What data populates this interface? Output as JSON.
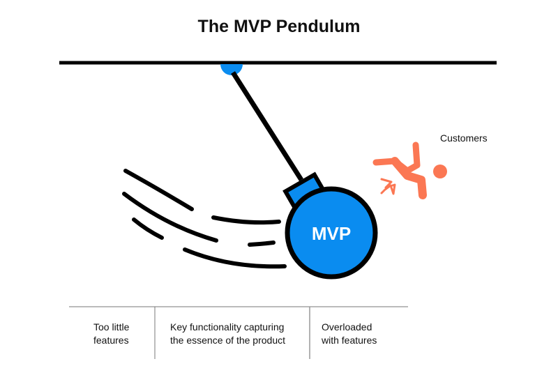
{
  "title": "The MVP Pendulum",
  "ball_label": "MVP",
  "customers_label": "Customers",
  "columns": [
    {
      "line1": "Too little",
      "line2": "features"
    },
    {
      "line1": "Key functionality capturing",
      "line2": "the essence of the product"
    },
    {
      "line1": "Overloaded",
      "line2": "with features"
    }
  ],
  "colors": {
    "ball": "#0a8cf0",
    "figure": "#fb7753",
    "ink": "#000000"
  }
}
